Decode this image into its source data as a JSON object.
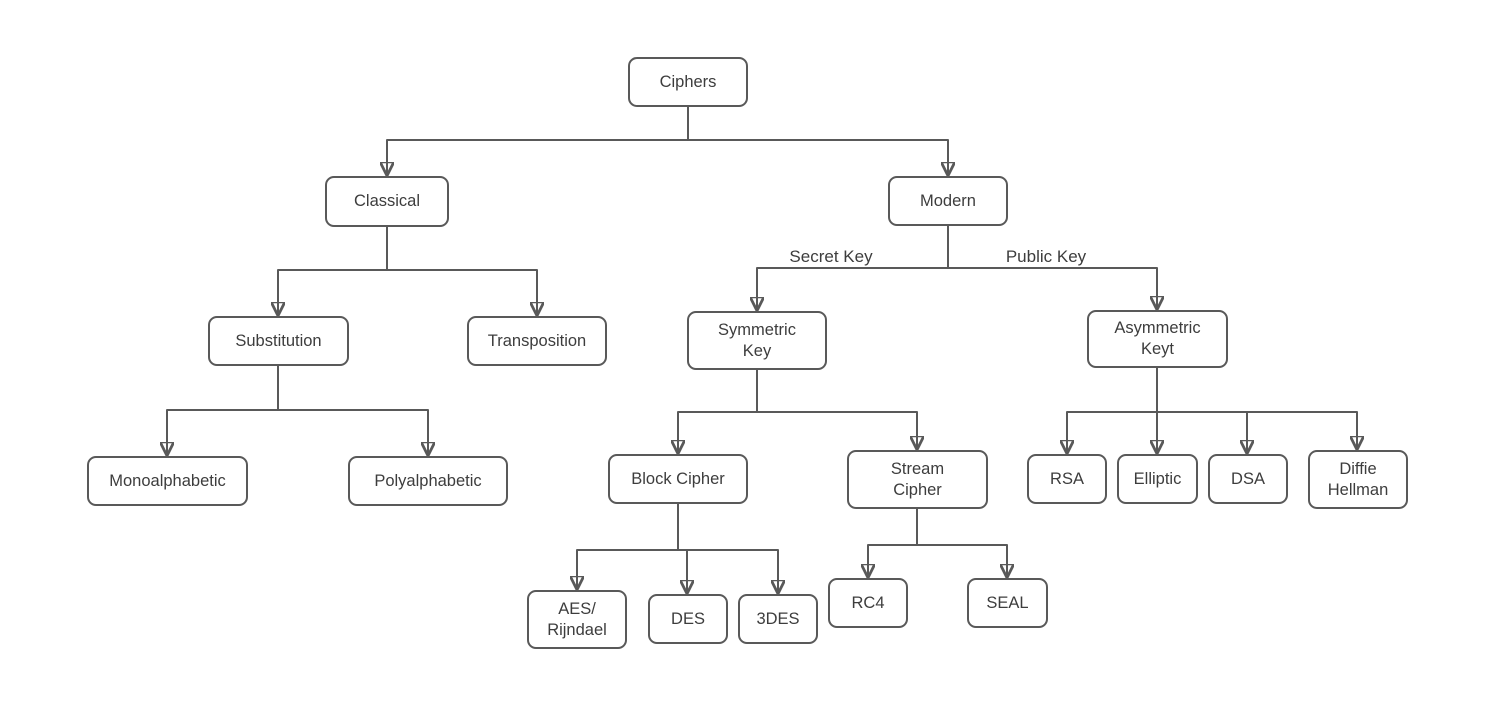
{
  "diagram": {
    "title": "Ciphers classification tree",
    "nodes": {
      "ciphers": "Ciphers",
      "classical": "Classical",
      "modern": "Modern",
      "substitution": "Substitution",
      "transposition": "Transposition",
      "symmetric_key": "Symmetric\nKey",
      "asymmetric_key": "Asymmetric\nKeyt",
      "monoalphabetic": "Monoalphabetic",
      "polyalphabetic": "Polyalphabetic",
      "block_cipher": "Block Cipher",
      "stream_cipher": "Stream\nCipher",
      "rsa": "RSA",
      "elliptic": "Elliptic",
      "dsa": "DSA",
      "diffie_hellman": "Diffie\nHellman",
      "aes_rijndael": "AES/\nRijndael",
      "des": "DES",
      "triple_des": "3DES",
      "rc4": "RC4",
      "seal": "SEAL"
    },
    "edge_labels": {
      "secret_key": "Secret Key",
      "public_key": "Public Key"
    },
    "edges": [
      [
        "Ciphers",
        "Classical"
      ],
      [
        "Ciphers",
        "Modern"
      ],
      [
        "Classical",
        "Substitution"
      ],
      [
        "Classical",
        "Transposition"
      ],
      [
        "Substitution",
        "Monoalphabetic"
      ],
      [
        "Substitution",
        "Polyalphabetic"
      ],
      [
        "Modern",
        "Symmetric Key",
        "Secret Key"
      ],
      [
        "Modern",
        "Asymmetric Keyt",
        "Public Key"
      ],
      [
        "Symmetric Key",
        "Block Cipher"
      ],
      [
        "Symmetric Key",
        "Stream Cipher"
      ],
      [
        "Block Cipher",
        "AES/Rijndael"
      ],
      [
        "Block Cipher",
        "DES"
      ],
      [
        "Block Cipher",
        "3DES"
      ],
      [
        "Stream Cipher",
        "RC4"
      ],
      [
        "Stream Cipher",
        "SEAL"
      ],
      [
        "Asymmetric Keyt",
        "RSA"
      ],
      [
        "Asymmetric Keyt",
        "Elliptic"
      ],
      [
        "Asymmetric Keyt",
        "DSA"
      ],
      [
        "Asymmetric Keyt",
        "Diffie Hellman"
      ]
    ],
    "colors": {
      "border": "#595959",
      "line": "#595959",
      "text": "#3d3d3d",
      "background": "#ffffff"
    }
  }
}
